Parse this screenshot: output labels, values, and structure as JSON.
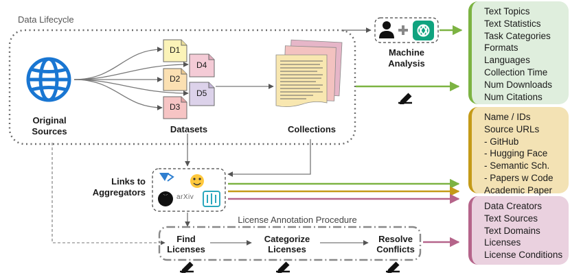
{
  "lifecycle": {
    "title": "Data Lifecycle",
    "original_sources": "Original\nSources",
    "datasets": "Datasets",
    "collections": "Collections",
    "dataset_ids": [
      "D1",
      "D2",
      "D3",
      "D4",
      "D5"
    ]
  },
  "machine": {
    "label": "Machine\nAnalysis"
  },
  "aggregators": {
    "label": "Links to\nAggregators",
    "arxiv": "arXiv"
  },
  "license_procedure": {
    "title": "License Annotation Procedure",
    "steps": [
      "Find\nLicenses",
      "Categorize\nLicenses",
      "Resolve\nConflicts"
    ]
  },
  "panels": {
    "green": [
      "Text Topics",
      "Text Statistics",
      "Task Categories",
      "Formats",
      "Languages",
      "Collection Time",
      "Num Downloads",
      "Num Citations"
    ],
    "yellow": [
      "Name / IDs",
      "Source URLs",
      "- GitHub",
      "- Hugging Face",
      "- Semantic Sch.",
      "- Papers w Code",
      "Academic Paper"
    ],
    "pink": [
      "Data Creators",
      "Text Sources",
      "Text Domains",
      "Licenses",
      "License Conditions"
    ]
  },
  "colors": {
    "green": "#7cb342",
    "yellow": "#c49a18",
    "pink": "#b5648a",
    "globe": "#1976d2",
    "doc_d1": "#fbf3b8",
    "doc_d2": "#fbe0b2",
    "doc_d3": "#f6c4c4",
    "doc_d4": "#f4cbd6",
    "doc_d5": "#dcd2ea",
    "paper": "#f8e7b0"
  }
}
